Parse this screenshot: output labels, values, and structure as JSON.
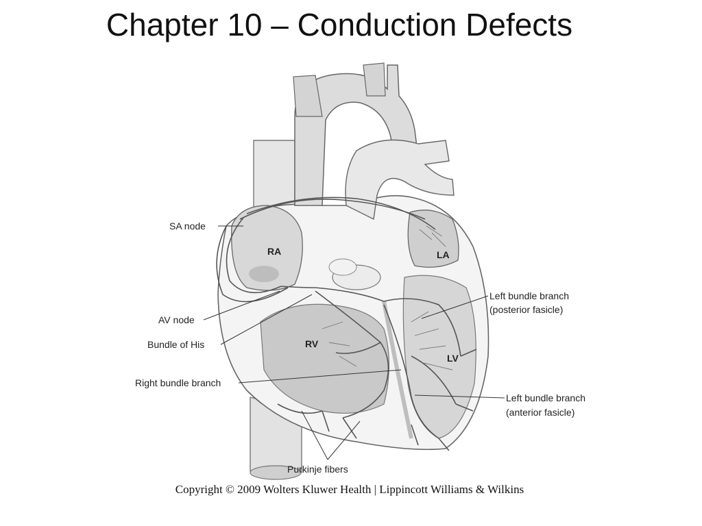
{
  "slide": {
    "title": "Chapter 10 – Conduction Defects"
  },
  "diagram": {
    "labels": {
      "sa_node": "SA node",
      "av_node": "AV node",
      "bundle_of_his": "Bundle of His",
      "right_bundle_branch": "Right bundle branch",
      "purkinje_fibers": "Purkinje fibers",
      "left_posterior_line1": "Left bundle branch",
      "left_posterior_line2": "(posterior fasicle)",
      "left_anterior_line1": "Left bundle branch",
      "left_anterior_line2": "(anterior fasicle)"
    },
    "chambers": {
      "ra": "RA",
      "la": "LA",
      "rv": "RV",
      "lv": "LV"
    }
  },
  "copyright": "Copyright © 2009 Wolters Kluwer Health | Lippincott Williams & Wilkins"
}
